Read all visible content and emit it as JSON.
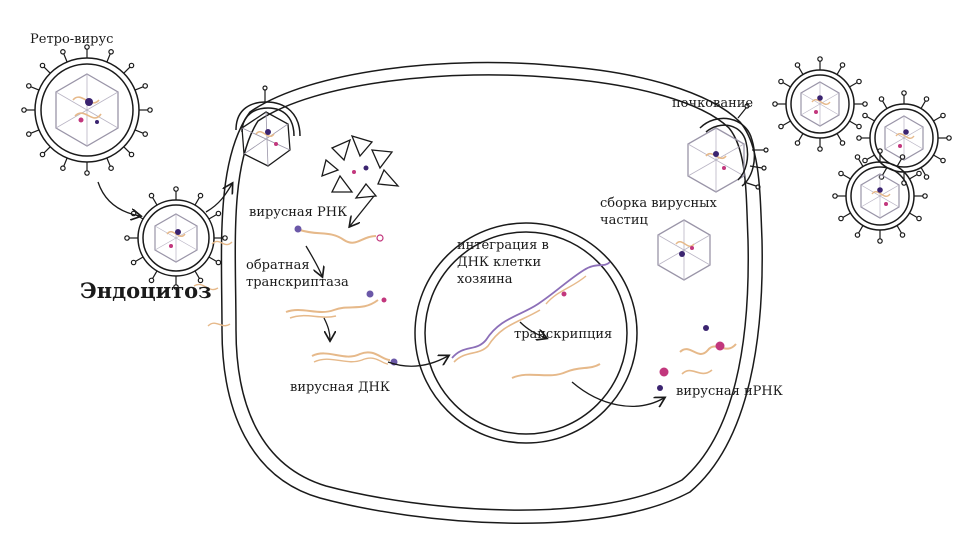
{
  "labels": {
    "retrovirus": "Ретро-вирус",
    "endocytosis": "Эндоцитоз",
    "viral_rna": "вирусная РНК",
    "reverse_transcriptase_1": "обратная",
    "reverse_transcriptase_2": "транскриптаза",
    "viral_dna": "вирусная ДНК",
    "integration_1": "интеграция в",
    "integration_2": "ДНК клетки",
    "integration_3": "хозяина",
    "transcription": "транскрипция",
    "viral_mrna": "вирусная иРНК",
    "assembly_1": "сборка вирусных",
    "assembly_2": "частиц",
    "budding": "почкование"
  },
  "colors": {
    "ink": "#1a1a1a",
    "rna_strand": "#e6b98a",
    "dna_strand": "#8c6fb8",
    "capsid": "#9a95a8",
    "nucleoid_dot": "#3b2470",
    "magenta_dot": "#c2377d"
  }
}
